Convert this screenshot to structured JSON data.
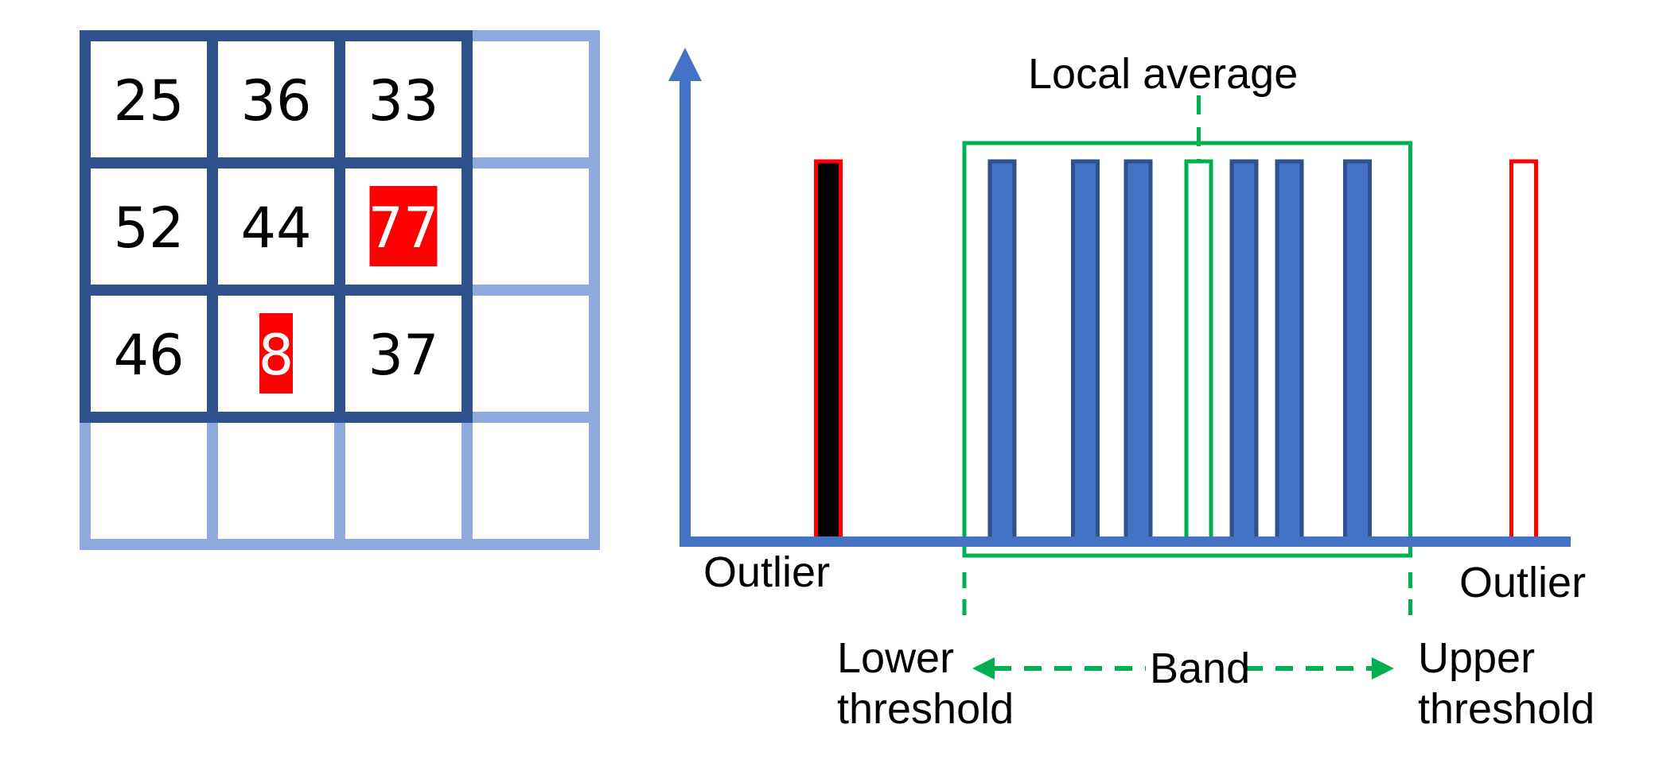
{
  "colors": {
    "grid_active": "#2F528F",
    "grid_inactive": "#8FAADC",
    "highlight": "#FF0000",
    "highlight_text": "#FFFFFF",
    "bar_fill": "#4472C4",
    "bar_border": "#2F528F",
    "axis": "#4472C4",
    "band": "#00B050",
    "outlier_border": "#FF0000",
    "outlier_low_fill": "#000000"
  },
  "grid": {
    "rows": 4,
    "cols": 4,
    "window_rows": 3,
    "window_cols": 3,
    "values": [
      [
        "25",
        "36",
        "33",
        ""
      ],
      [
        "52",
        "44",
        "77",
        ""
      ],
      [
        "46",
        "8",
        "37",
        ""
      ],
      [
        "",
        "",
        "",
        ""
      ]
    ],
    "highlighted": [
      [
        1,
        2
      ],
      [
        2,
        1
      ]
    ]
  },
  "chart_data": {
    "type": "bar",
    "title": "",
    "xlabel": "",
    "ylabel": "",
    "note": "Schematic: bars of equal height; positions along x in arbitrary units (0-100)",
    "bars": [
      {
        "name": "low-outlier",
        "x": 8,
        "kind": "outlier-low"
      },
      {
        "name": "sample-1",
        "x": 31,
        "kind": "inlier"
      },
      {
        "name": "sample-2",
        "x": 42,
        "kind": "inlier"
      },
      {
        "name": "sample-3",
        "x": 49,
        "kind": "inlier"
      },
      {
        "name": "local-average",
        "x": 57,
        "kind": "average"
      },
      {
        "name": "sample-4",
        "x": 63,
        "kind": "inlier"
      },
      {
        "name": "sample-5",
        "x": 69,
        "kind": "inlier"
      },
      {
        "name": "sample-6",
        "x": 78,
        "kind": "inlier"
      },
      {
        "name": "high-outlier",
        "x": 100,
        "kind": "outlier-high"
      }
    ],
    "band": {
      "lower_x": 26,
      "upper_x": 85
    },
    "x_range": [
      0,
      100
    ]
  },
  "labels": {
    "local_average": "Local average",
    "outlier_left": "Outlier",
    "outlier_right": "Outlier",
    "lower_line1": "Lower",
    "lower_line2": "threshold",
    "upper_line1": "Upper",
    "upper_line2": "threshold",
    "band": "Band"
  }
}
